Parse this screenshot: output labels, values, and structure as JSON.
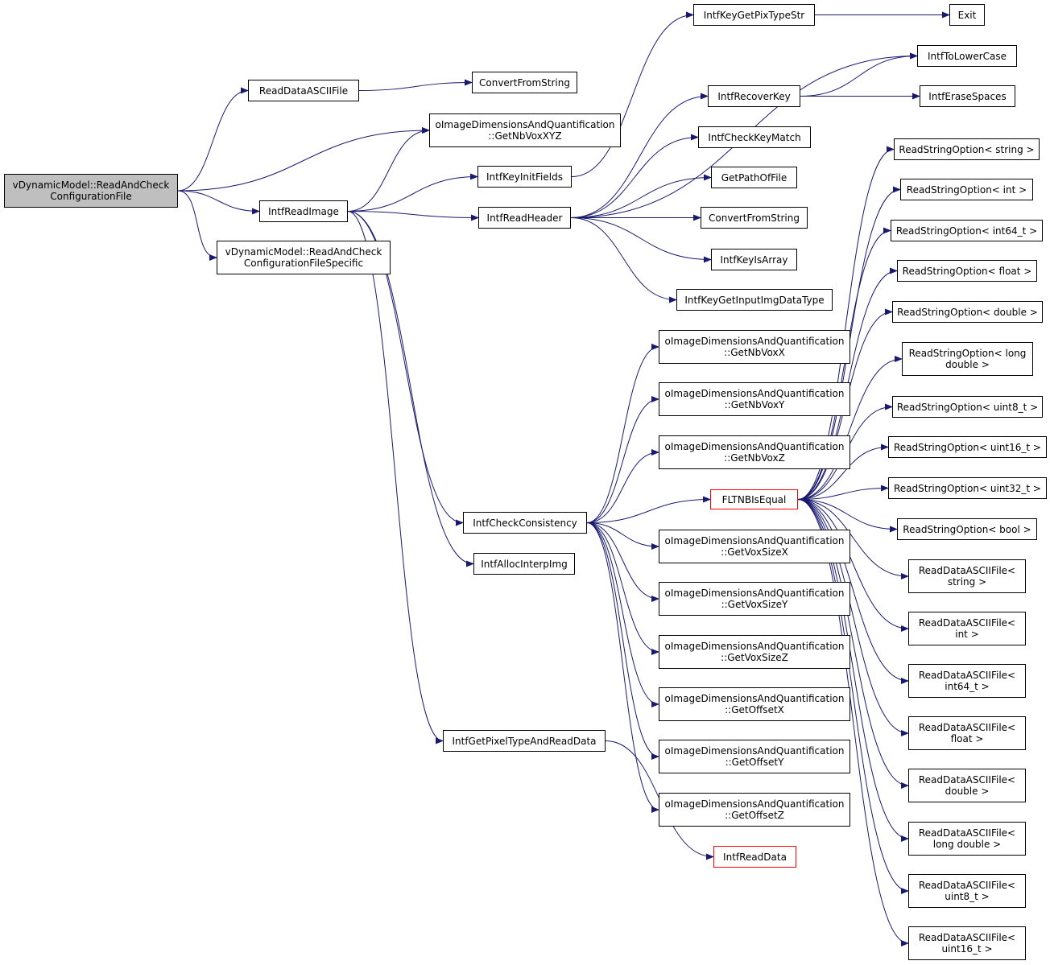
{
  "colors": {
    "edge": "#191970",
    "node_border": "#000000",
    "highlight_border": "#ff0000",
    "root_fill": "#bfbfbf"
  },
  "nodes": {
    "root": [
      "vDynamicModel::ReadAndCheck",
      "ConfigurationFile"
    ],
    "readDataASCIIFile": [
      "ReadDataASCIIFile"
    ],
    "getNbVoxXYZ": [
      "oImageDimensionsAndQuantification",
      "::GetNbVoxXYZ"
    ],
    "intfReadImage": [
      "IntfReadImage"
    ],
    "readAndCheckSpecific": [
      "vDynamicModel::ReadAndCheck",
      "ConfigurationFileSpecific"
    ],
    "convertFromString1": [
      "ConvertFromString"
    ],
    "intfKeyInitFields": [
      "IntfKeyInitFields"
    ],
    "intfReadHeader": [
      "IntfReadHeader"
    ],
    "intfCheckConsistency": [
      "IntfCheckConsistency"
    ],
    "intfAllocInterpImg": [
      "IntfAllocInterpImg"
    ],
    "intfGetPixelTypeAndReadData": [
      "IntfGetPixelTypeAndReadData"
    ],
    "intfKeyGetPixTypeStr": [
      "IntfKeyGetPixTypeStr"
    ],
    "exit": [
      "Exit"
    ],
    "intfToLowerCase": [
      "IntfToLowerCase"
    ],
    "intfRecoverKey": [
      "IntfRecoverKey"
    ],
    "intfEraseSpaces": [
      "IntfEraseSpaces"
    ],
    "intfCheckKeyMatch": [
      "IntfCheckKeyMatch"
    ],
    "getPathOfFile": [
      "GetPathOfFile"
    ],
    "convertFromString2": [
      "ConvertFromString"
    ],
    "intfKeyIsArray": [
      "IntfKeyIsArray"
    ],
    "intfKeyGetInputImgDataType": [
      "IntfKeyGetInputImgDataType"
    ],
    "getNbVoxX": [
      "oImageDimensionsAndQuantification",
      "::GetNbVoxX"
    ],
    "getNbVoxY": [
      "oImageDimensionsAndQuantification",
      "::GetNbVoxY"
    ],
    "getNbVoxZ": [
      "oImageDimensionsAndQuantification",
      "::GetNbVoxZ"
    ],
    "fltnbIsEqual": [
      "FLTNBIsEqual"
    ],
    "getVoxSizeX": [
      "oImageDimensionsAndQuantification",
      "::GetVoxSizeX"
    ],
    "getVoxSizeY": [
      "oImageDimensionsAndQuantification",
      "::GetVoxSizeY"
    ],
    "getVoxSizeZ": [
      "oImageDimensionsAndQuantification",
      "::GetVoxSizeZ"
    ],
    "getOffsetX": [
      "oImageDimensionsAndQuantification",
      "::GetOffsetX"
    ],
    "getOffsetY": [
      "oImageDimensionsAndQuantification",
      "::GetOffsetY"
    ],
    "getOffsetZ": [
      "oImageDimensionsAndQuantification",
      "::GetOffsetZ"
    ],
    "intfReadData": [
      "IntfReadData"
    ],
    "rsoString": [
      "ReadStringOption< string >"
    ],
    "rsoInt": [
      "ReadStringOption< int >"
    ],
    "rsoInt64": [
      "ReadStringOption< int64_t >"
    ],
    "rsoFloat": [
      "ReadStringOption< float >"
    ],
    "rsoDouble": [
      "ReadStringOption< double >"
    ],
    "rsoLongDouble": [
      "ReadStringOption< long",
      "double >"
    ],
    "rsoUint8": [
      "ReadStringOption< uint8_t >"
    ],
    "rsoUint16": [
      "ReadStringOption< uint16_t >"
    ],
    "rsoUint32": [
      "ReadStringOption< uint32_t >"
    ],
    "rsoBool": [
      "ReadStringOption< bool >"
    ],
    "rdaString": [
      "ReadDataASCIIFile<",
      "string >"
    ],
    "rdaInt": [
      "ReadDataASCIIFile<",
      "int >"
    ],
    "rdaInt64": [
      "ReadDataASCIIFile<",
      "int64_t >"
    ],
    "rdaFloat": [
      "ReadDataASCIIFile<",
      "float >"
    ],
    "rdaDouble": [
      "ReadDataASCIIFile<",
      "double >"
    ],
    "rdaLongDouble": [
      "ReadDataASCIIFile<",
      "long double >"
    ],
    "rdaUint8": [
      "ReadDataASCIIFile<",
      "uint8_t >"
    ],
    "rdaUint16": [
      "ReadDataASCIIFile<",
      "uint16_t >"
    ]
  },
  "edges": [
    [
      "root",
      "readDataASCIIFile"
    ],
    [
      "root",
      "getNbVoxXYZ"
    ],
    [
      "root",
      "intfReadImage"
    ],
    [
      "root",
      "readAndCheckSpecific"
    ],
    [
      "readDataASCIIFile",
      "convertFromString1"
    ],
    [
      "intfReadImage",
      "getNbVoxXYZ"
    ],
    [
      "intfReadImage",
      "intfKeyInitFields"
    ],
    [
      "intfReadImage",
      "intfReadHeader"
    ],
    [
      "intfReadImage",
      "intfCheckConsistency"
    ],
    [
      "intfReadImage",
      "intfAllocInterpImg"
    ],
    [
      "intfReadImage",
      "intfGetPixelTypeAndReadData"
    ],
    [
      "intfKeyInitFields",
      "intfKeyGetPixTypeStr"
    ],
    [
      "intfKeyGetPixTypeStr",
      "exit"
    ],
    [
      "intfReadHeader",
      "intfToLowerCase"
    ],
    [
      "intfReadHeader",
      "intfRecoverKey"
    ],
    [
      "intfReadHeader",
      "intfCheckKeyMatch"
    ],
    [
      "intfReadHeader",
      "getPathOfFile"
    ],
    [
      "intfReadHeader",
      "convertFromString2"
    ],
    [
      "intfReadHeader",
      "intfKeyIsArray"
    ],
    [
      "intfReadHeader",
      "intfKeyGetInputImgDataType"
    ],
    [
      "intfRecoverKey",
      "intfToLowerCase"
    ],
    [
      "intfRecoverKey",
      "intfEraseSpaces"
    ],
    [
      "intfCheckConsistency",
      "getNbVoxX"
    ],
    [
      "intfCheckConsistency",
      "getNbVoxY"
    ],
    [
      "intfCheckConsistency",
      "getNbVoxZ"
    ],
    [
      "intfCheckConsistency",
      "fltnbIsEqual"
    ],
    [
      "intfCheckConsistency",
      "getVoxSizeX"
    ],
    [
      "intfCheckConsistency",
      "getVoxSizeY"
    ],
    [
      "intfCheckConsistency",
      "getVoxSizeZ"
    ],
    [
      "intfCheckConsistency",
      "getOffsetX"
    ],
    [
      "intfCheckConsistency",
      "getOffsetY"
    ],
    [
      "intfCheckConsistency",
      "getOffsetZ"
    ],
    [
      "intfGetPixelTypeAndReadData",
      "intfReadData"
    ],
    [
      "fltnbIsEqual",
      "rsoString"
    ],
    [
      "fltnbIsEqual",
      "rsoInt"
    ],
    [
      "fltnbIsEqual",
      "rsoInt64"
    ],
    [
      "fltnbIsEqual",
      "rsoFloat"
    ],
    [
      "fltnbIsEqual",
      "rsoDouble"
    ],
    [
      "fltnbIsEqual",
      "rsoLongDouble"
    ],
    [
      "fltnbIsEqual",
      "rsoUint8"
    ],
    [
      "fltnbIsEqual",
      "rsoUint16"
    ],
    [
      "fltnbIsEqual",
      "rsoUint32"
    ],
    [
      "fltnbIsEqual",
      "rsoBool"
    ],
    [
      "fltnbIsEqual",
      "rdaString"
    ],
    [
      "fltnbIsEqual",
      "rdaInt"
    ],
    [
      "fltnbIsEqual",
      "rdaInt64"
    ],
    [
      "fltnbIsEqual",
      "rdaFloat"
    ],
    [
      "fltnbIsEqual",
      "rdaDouble"
    ],
    [
      "fltnbIsEqual",
      "rdaLongDouble"
    ],
    [
      "fltnbIsEqual",
      "rdaUint8"
    ],
    [
      "fltnbIsEqual",
      "rdaUint16"
    ]
  ]
}
